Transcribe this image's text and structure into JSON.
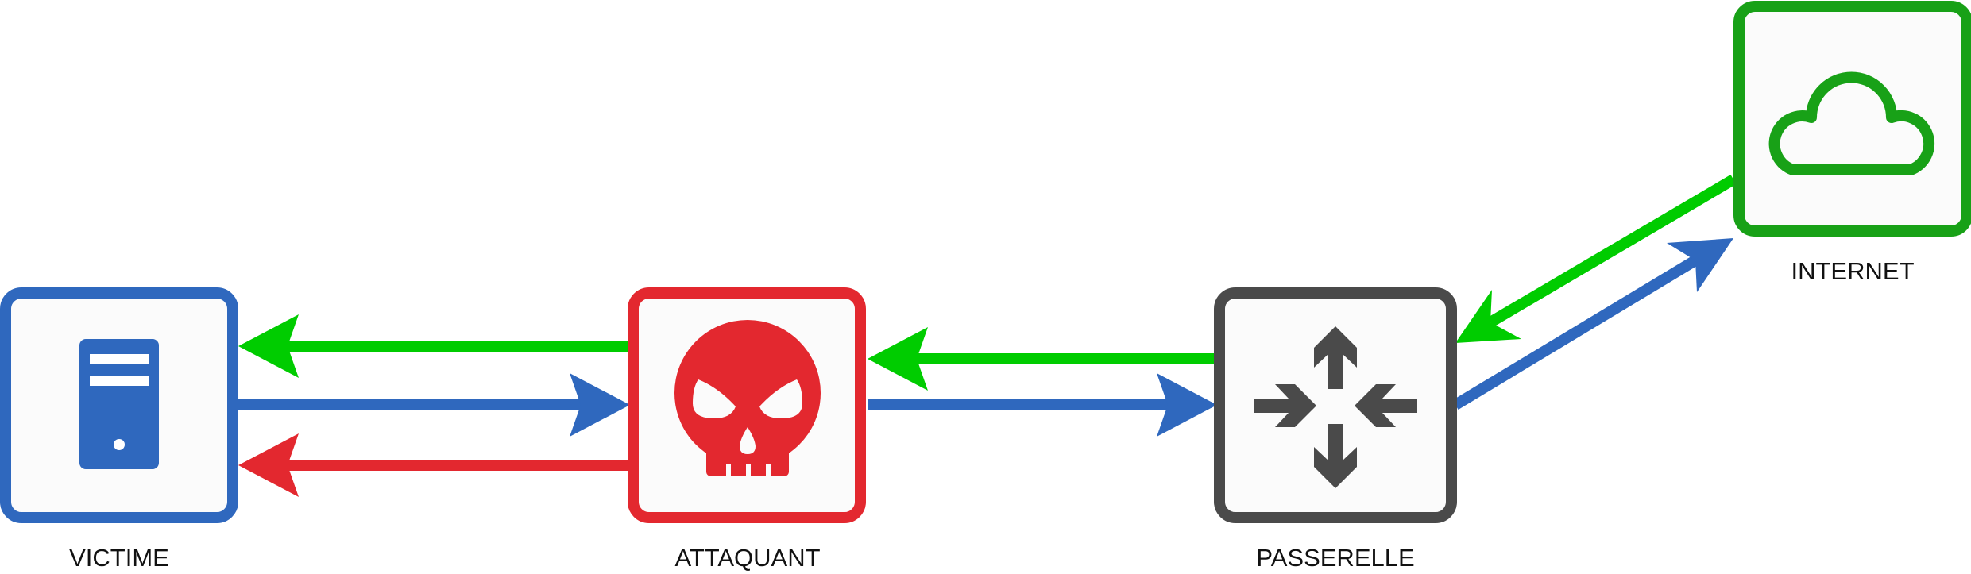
{
  "nodes": {
    "victime": {
      "label": "VICTIME",
      "icon": "server-icon",
      "color": "#2F68BE"
    },
    "attaquant": {
      "label": "ATTAQUANT",
      "icon": "skull-icon",
      "color": "#E3282F"
    },
    "passerelle": {
      "label": "PASSERELLE",
      "icon": "router-icon",
      "color": "#4A4A4A"
    },
    "internet": {
      "label": "INTERNET",
      "icon": "cloud-icon",
      "color": "#18A117"
    }
  },
  "edges": [
    {
      "from": "attaquant",
      "to": "victime",
      "color": "#00CC00"
    },
    {
      "from": "victime",
      "to": "attaquant",
      "color": "#2F68BE"
    },
    {
      "from": "attaquant",
      "to": "victime",
      "color": "#E3282F"
    },
    {
      "from": "passerelle",
      "to": "attaquant",
      "color": "#00CC00"
    },
    {
      "from": "attaquant",
      "to": "passerelle",
      "color": "#2F68BE"
    },
    {
      "from": "internet",
      "to": "passerelle",
      "color": "#00CC00"
    },
    {
      "from": "passerelle",
      "to": "internet",
      "color": "#2F68BE"
    }
  ]
}
